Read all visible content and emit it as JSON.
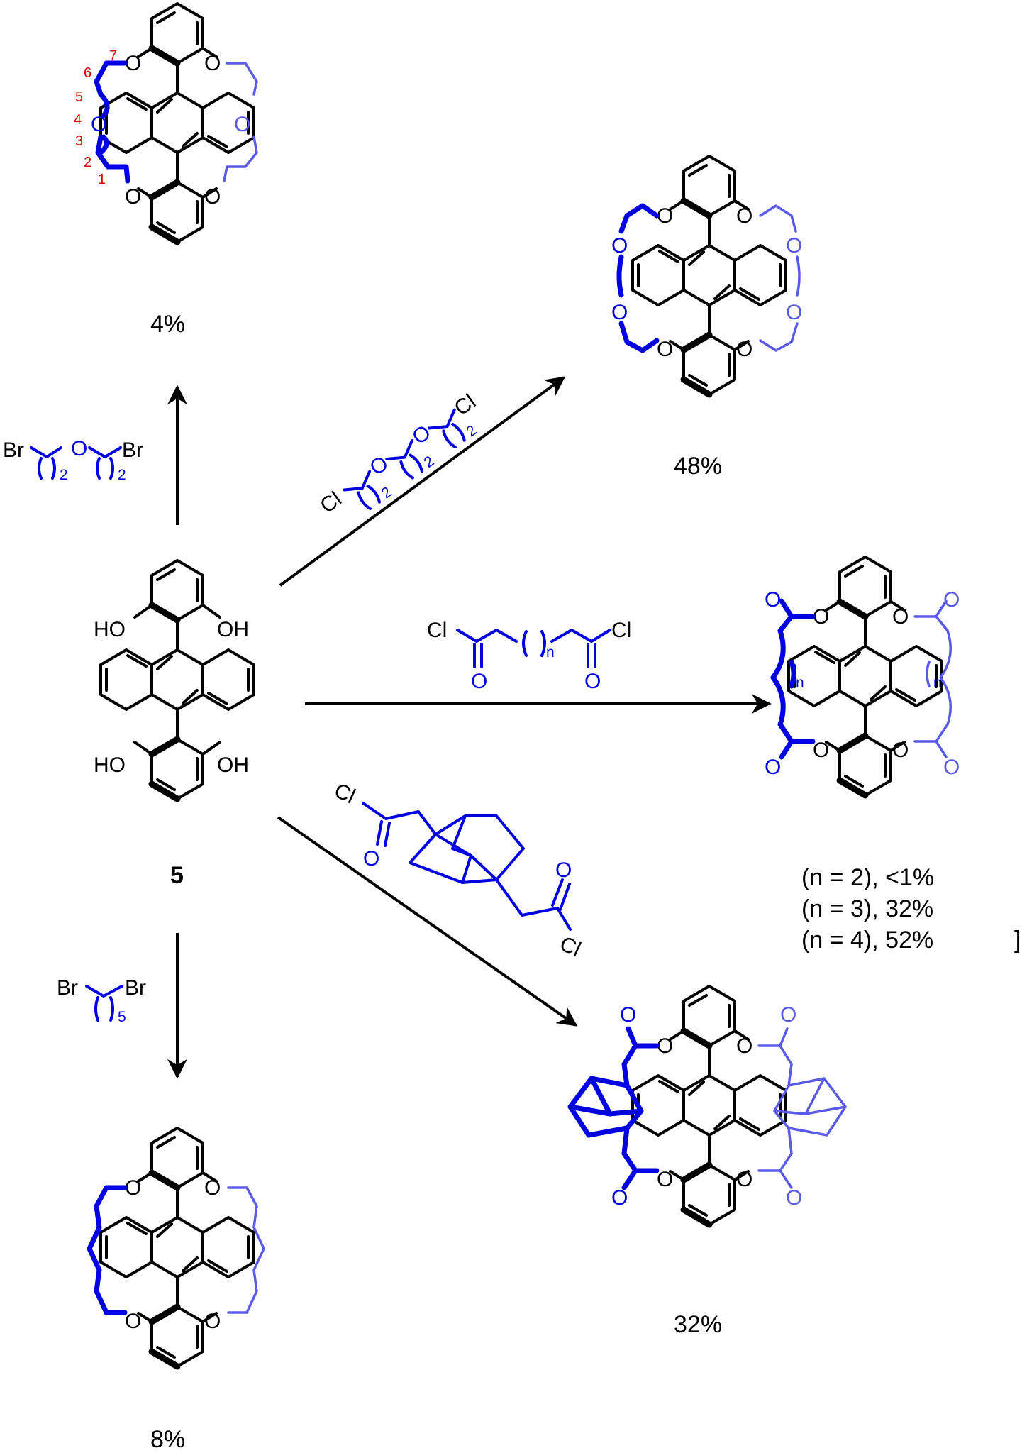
{
  "compound_label": "5",
  "substituents": {
    "hydroxy": [
      "HO",
      "OH",
      "HO",
      "OH"
    ],
    "oxygen": "O",
    "carbonyl_oxygen": "O"
  },
  "reagents": {
    "bis_ether_top": {
      "left": "Br",
      "right": "Br",
      "middle": "O",
      "sub1": "2",
      "sub2": "2"
    },
    "tris_ether": {
      "left": "Cl",
      "right": "Cl",
      "o1": "O",
      "o2": "O",
      "sub1": "2",
      "sub2": "2",
      "sub3": "2"
    },
    "diacid_chloride": {
      "left": "Cl",
      "right": "Cl",
      "o1": "O",
      "o2": "O",
      "sub": "n"
    },
    "adamantane_diacid": {
      "left": "Cl",
      "right": "Cl",
      "o1": "O",
      "o2": "O"
    },
    "dibromopentane": {
      "left": "Br",
      "right": "Br",
      "sub": "5"
    }
  },
  "atom_numbering": [
    "1",
    "2",
    "3",
    "4",
    "5",
    "6",
    "7"
  ],
  "ring_sub_n": "n",
  "yields": {
    "top": "4%",
    "top_right": "48%",
    "middle_right": [
      "(n = 2), <1%",
      "(n = 3), 32%",
      "(n = 4), 52%"
    ],
    "middle_bracket": "]",
    "bottom_right": "32%",
    "bottom": "8%"
  }
}
